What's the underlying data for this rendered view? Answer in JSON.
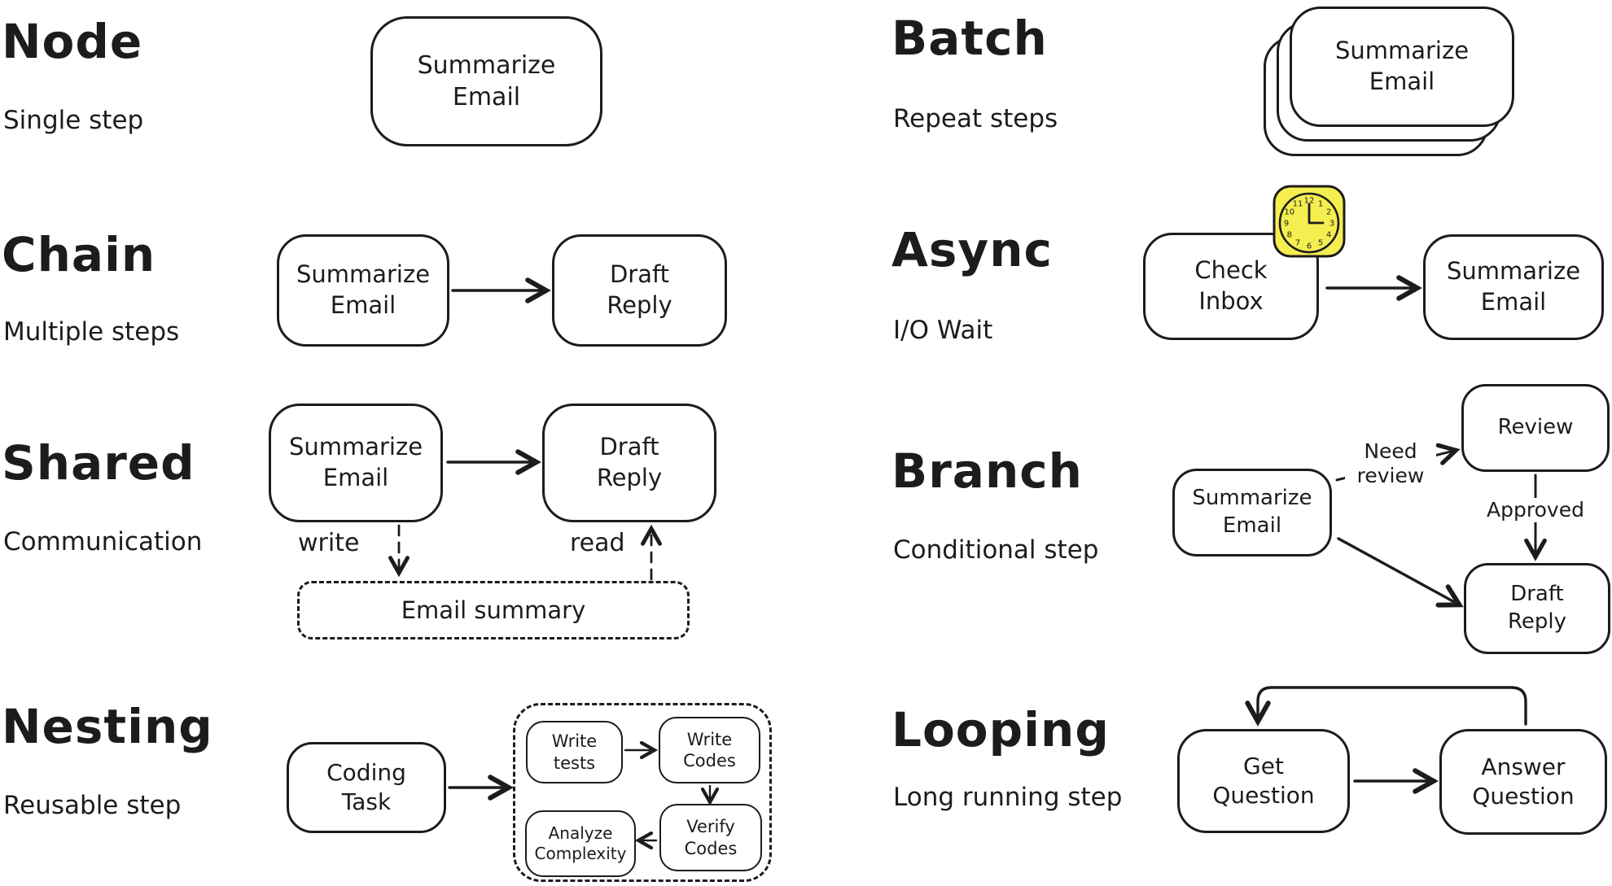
{
  "colors": {
    "ink": "#1c1c1c",
    "paper": "#ffffff",
    "clock_yellow": "#f5ee50"
  },
  "sections": {
    "node": {
      "title": "Node",
      "subtitle": "Single step",
      "nodes": {
        "summarize": "Summarize\nEmail"
      }
    },
    "chain": {
      "title": "Chain",
      "subtitle": "Multiple steps",
      "nodes": {
        "summarize": "Summarize\nEmail",
        "draft": "Draft\nReply"
      }
    },
    "shared": {
      "title": "Shared",
      "subtitle": "Communication",
      "nodes": {
        "summarize": "Summarize\nEmail",
        "draft": "Draft\nReply",
        "store": "Email summary"
      },
      "labels": {
        "write": "write",
        "read": "read"
      }
    },
    "nesting": {
      "title": "Nesting",
      "subtitle": "Reusable step",
      "nodes": {
        "task": "Coding\nTask",
        "write_tests": "Write\ntests",
        "write_codes": "Write\nCodes",
        "verify_codes": "Verify\nCodes",
        "analyze": "Analyze\nComplexity"
      }
    },
    "batch": {
      "title": "Batch",
      "subtitle": "Repeat steps",
      "nodes": {
        "summarize": "Summarize\nEmail"
      }
    },
    "async": {
      "title": "Async",
      "subtitle": "I/O Wait",
      "nodes": {
        "check": "Check\nInbox",
        "summarize": "Summarize\nEmail"
      },
      "clock": {
        "icon": "clock-icon",
        "numbers": [
          "12",
          "1",
          "2",
          "3",
          "4",
          "5",
          "6",
          "7",
          "8",
          "9",
          "10",
          "11"
        ]
      }
    },
    "branch": {
      "title": "Branch",
      "subtitle": "Conditional step",
      "nodes": {
        "summarize": "Summarize\nEmail",
        "review": "Review",
        "draft": "Draft\nReply"
      },
      "labels": {
        "need_review": "Need\nreview",
        "approved": "Approved"
      }
    },
    "looping": {
      "title": "Looping",
      "subtitle": "Long running step",
      "nodes": {
        "get": "Get\nQuestion",
        "answer": "Answer\nQuestion"
      }
    }
  }
}
